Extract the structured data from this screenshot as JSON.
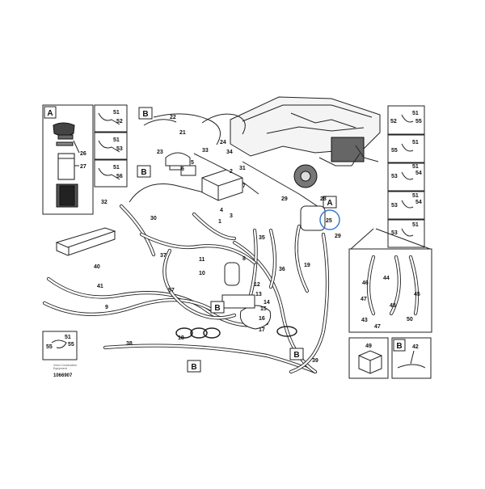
{
  "callout_colors": {
    "line": "#222222",
    "highlight": "#3a7bd5"
  },
  "inset_a": {
    "tag": "A",
    "labels": [
      "26",
      "27"
    ]
  },
  "clip_groups": [
    {
      "labels": [
        "51",
        "52"
      ]
    },
    {
      "labels": [
        "51",
        "53"
      ]
    },
    {
      "labels": [
        "51",
        "56"
      ]
    },
    {
      "labels": [
        "51",
        "52",
        "55"
      ]
    },
    {
      "labels": [
        "51",
        "55"
      ]
    },
    {
      "labels": [
        "51",
        "54",
        "53"
      ]
    },
    {
      "labels": [
        "51",
        "53",
        "54"
      ]
    },
    {
      "labels": [
        "51",
        "53"
      ]
    },
    {
      "labels": [
        "51",
        "55",
        "55"
      ]
    }
  ],
  "section_tags": [
    "A",
    "B",
    "B",
    "B",
    "B",
    "B",
    "B"
  ],
  "part_labels": [
    "22",
    "21",
    "23",
    "24",
    "33",
    "34",
    "2",
    "6",
    "5",
    "31",
    "35",
    "32",
    "30",
    "7",
    "4",
    "3",
    "1",
    "29",
    "28",
    "25",
    "29",
    "19",
    "36",
    "8",
    "37",
    "40",
    "11",
    "10",
    "41",
    "9",
    "12",
    "13",
    "14",
    "15",
    "16",
    "17",
    "18",
    "57",
    "38",
    "39"
  ],
  "hose_detail_labels": [
    "46",
    "44",
    "45",
    "48",
    "47",
    "50",
    "43",
    "47"
  ],
  "box_49": {
    "label": "49"
  },
  "box_b42": {
    "tag": "B",
    "label": "42"
  },
  "footer": {
    "line1": "Volvo Construction",
    "line2": "Equipment",
    "code": "1066907"
  }
}
